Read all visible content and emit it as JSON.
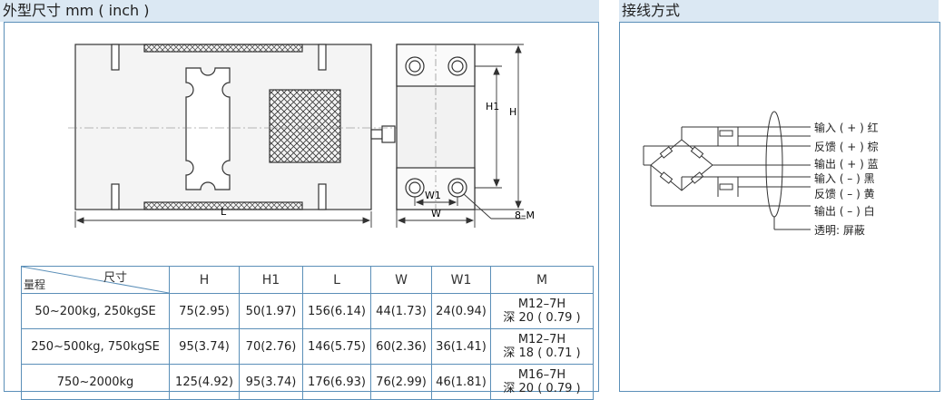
{
  "dimensions_section": {
    "title": "外型尺寸 mm ( inch )"
  },
  "wiring_section": {
    "title": "接线方式"
  },
  "drawing_labels": {
    "L": "L",
    "W": "W",
    "W1": "W1",
    "H": "H",
    "H1": "H1",
    "thread": "8–M"
  },
  "table": {
    "corner_top": "尺寸",
    "corner_bottom": "量程",
    "headers": [
      "H",
      "H1",
      "L",
      "W",
      "W1",
      "M"
    ],
    "rows": [
      {
        "range": "50~200kg, 250kgSE",
        "H": "75(2.95)",
        "H1": "50(1.97)",
        "L": "156(6.14)",
        "W": "44(1.73)",
        "W1": "24(0.94)",
        "M_line1": "M12–7H",
        "M_line2": "深 20 ( 0.79 )"
      },
      {
        "range": "250~500kg, 750kgSE",
        "H": "95(3.74)",
        "H1": "70(2.76)",
        "L": "146(5.75)",
        "W": "60(2.36)",
        "W1": "36(1.41)",
        "M_line1": "M12–7H",
        "M_line2": "深 18 ( 0.71 )"
      },
      {
        "range": "750~2000kg",
        "H": "125(4.92)",
        "H1": "95(3.74)",
        "L": "176(6.93)",
        "W": "76(2.99)",
        "W1": "46(1.81)",
        "M_line1": "M16–7H",
        "M_line2": "深 20 ( 0.79 )"
      }
    ]
  },
  "wiring": {
    "leads": [
      "输入 ( + ) 红",
      "反馈 ( + ) 棕",
      "输出 ( + ) 蓝",
      "输入 ( – ) 黑",
      "反馈 ( – ) 黄",
      "输出 ( – ) 白",
      "透明: 屏蔽"
    ]
  }
}
